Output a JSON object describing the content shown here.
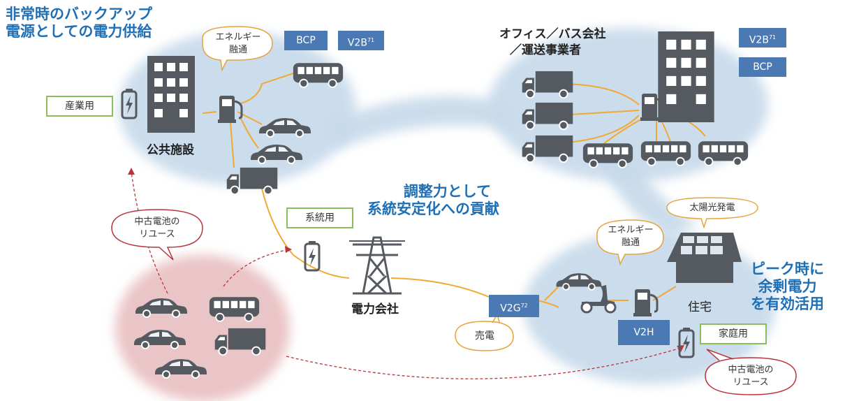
{
  "headings": {
    "backup_line1": "非常時のバックアップ",
    "backup_line2": "電源としての電力供給",
    "grid_line1": "調整力として",
    "grid_line2": "系統安定化への貢献",
    "peak_line1": "ピーク時に",
    "peak_line2": "余剰電力",
    "peak_line3": "を有効活用"
  },
  "nodes": {
    "public_facility": "公共施設",
    "office_line1": "オフィス／バス会社",
    "office_line2": "／運送事業者",
    "power_company": "電力会社",
    "house": "住宅"
  },
  "tags": {
    "bcp_top": "BCP",
    "v2b_top": "V2B",
    "v2b_top_sup": "71",
    "v2b_right": "V2B",
    "v2b_right_sup": "71",
    "bcp_right": "BCP",
    "v2g": "V2G",
    "v2g_sup": "72",
    "v2h": "V2H"
  },
  "green_labels": {
    "industrial": "産業用",
    "grid": "系統用",
    "home": "家庭用"
  },
  "bubbles": {
    "energy_share_top_line1": "エネルギー",
    "energy_share_top_line2": "融通",
    "energy_share_home_line1": "エネルギー",
    "energy_share_home_line2": "融通",
    "solar": "太陽光発電",
    "sell_power": "売電",
    "reuse_left_line1": "中古電池の",
    "reuse_left_line2": "リユース",
    "reuse_right_line1": "中古電池の",
    "reuse_right_line2": "リユース"
  },
  "colors": {
    "heading_blue": "#1f6fb5",
    "tag_blue": "#4a79b4",
    "label_green": "#8bbd5c",
    "wire_orange": "#f2a933",
    "zone_blue": "#c6d9ea",
    "zone_pink": "#eac5c7",
    "bubble_red": "#b8343a",
    "icon_gray": "#555a61"
  }
}
